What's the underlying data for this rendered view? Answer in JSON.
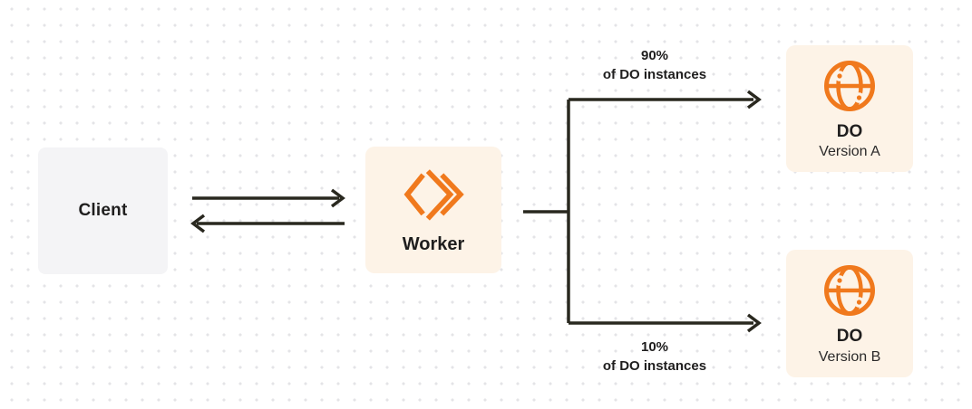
{
  "diagram": {
    "background": {
      "pattern": "dot-grid",
      "dot_color": "#e4e4e7",
      "bg_color": "#ffffff"
    },
    "colors": {
      "accent_orange": "#f0791d",
      "cream_box": "#fdf3e7",
      "gray_box": "#f4f4f6",
      "line": "#29281f",
      "text": "#1f1e1e"
    },
    "nodes": {
      "client": {
        "label": "Client"
      },
      "worker": {
        "label": "Worker",
        "icon": "cloudflare-workers-logo"
      },
      "do_version_a": {
        "title": "DO",
        "subtitle": "Version A",
        "icon": "globe"
      },
      "do_version_b": {
        "title": "DO",
        "subtitle": "Version B",
        "icon": "globe"
      }
    },
    "edges": {
      "client_worker": {
        "style": "double-arrow",
        "directions": "right-and-left"
      },
      "worker_do_a": {
        "percent": "90%",
        "caption": "of DO instances"
      },
      "worker_do_b": {
        "percent": "10%",
        "caption": "of DO instances"
      }
    }
  }
}
